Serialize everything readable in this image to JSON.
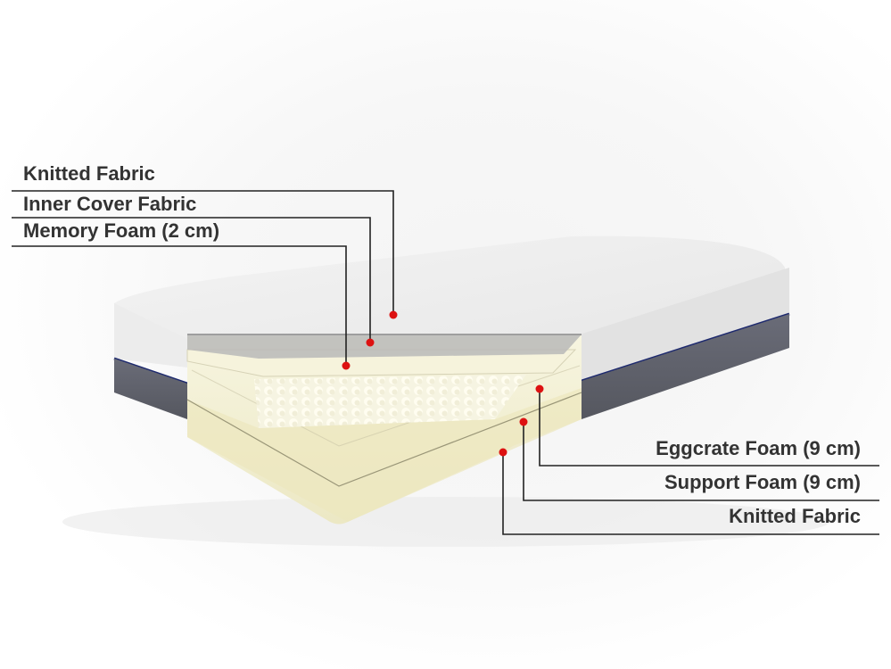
{
  "diagram": {
    "subject": "Mattress cross-section",
    "accent_colors": {
      "callout_dot": "#dd1111",
      "leader_line": "#222222",
      "label_text": "#333333",
      "foam": "#f3f0d2",
      "cover_top": "#eeeeee",
      "cover_side": "#60626e",
      "piping": "#1e2a6e"
    },
    "labels_left": [
      {
        "text": "Knitted Fabric"
      },
      {
        "text": "Inner Cover Fabric"
      },
      {
        "text": "Memory Foam (2 cm)"
      }
    ],
    "labels_right": [
      {
        "text": "Eggcrate Foam (9 cm)"
      },
      {
        "text": "Support Foam (9 cm)"
      },
      {
        "text": "Knitted Fabric"
      }
    ]
  }
}
